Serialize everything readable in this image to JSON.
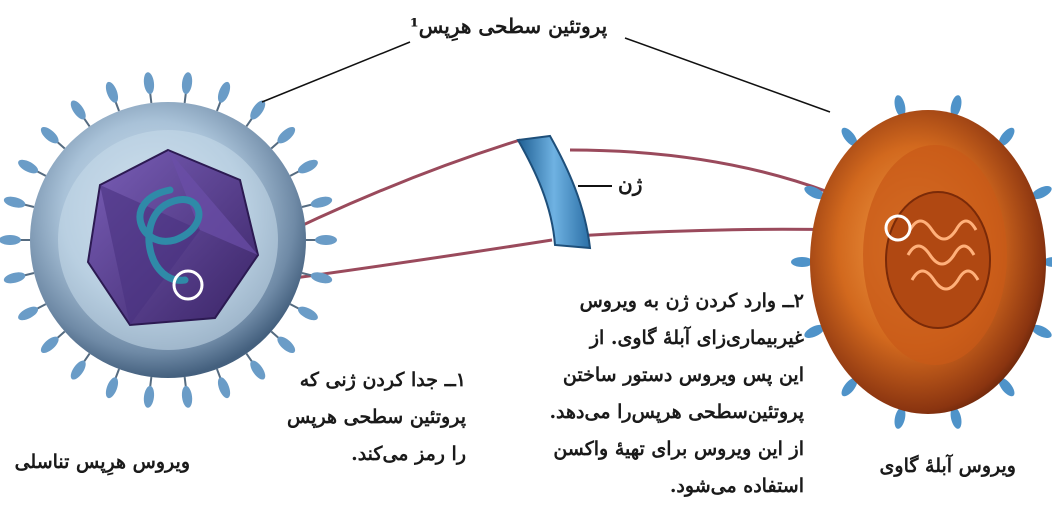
{
  "labels": {
    "surface_protein": "پروتئین سطحی هرِپس¹",
    "gene": "ژن",
    "herpes_virus": "ویروس هرِپس تناسلی",
    "cowpox_virus": "ویروس آبلهٔ گاوی"
  },
  "step1": {
    "lines": [
      "۱ــ جدا کردن ژنی که",
      "پروتئین سطحی هرپس",
      "را رمز می‌کند."
    ]
  },
  "step2": {
    "lines": [
      "۲ــ وارد کردن ژن به ویروس",
      "غیربیماری‌زای آبلهٔ گاوی. از",
      "این پس ویروس دستور ساختن",
      "پروتئین‌سطحی هرپس‌را می‌دهد.",
      "از این ویروس برای تهیهٔ واکسن",
      "استفاده می‌شود."
    ]
  },
  "colors": {
    "herpes_envelope": "#6f8aa6",
    "herpes_spikes": "#6a9cc7",
    "capsid": "#5a3f8f",
    "dna": "#2f8aa8",
    "cowpox_body": "#d2691e",
    "cowpox_spikes": "#4f93c9",
    "gene_segment": "#3f8ec4",
    "connector_lines": "#9a4a5c"
  }
}
